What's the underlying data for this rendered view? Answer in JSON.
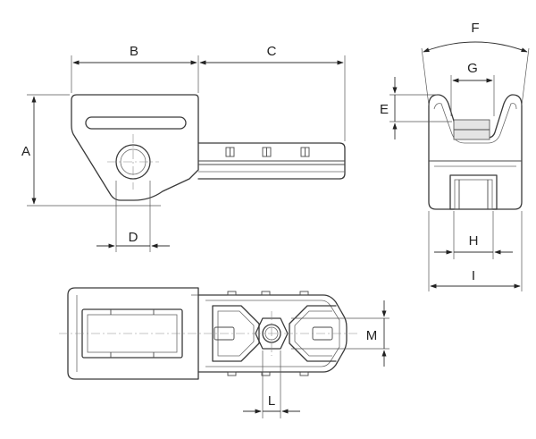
{
  "dimensions": {
    "A": "A",
    "B": "B",
    "C": "C",
    "D": "D",
    "E": "E",
    "F": "F",
    "G": "G",
    "H": "H",
    "I": "I",
    "L": "L",
    "M": "M"
  }
}
